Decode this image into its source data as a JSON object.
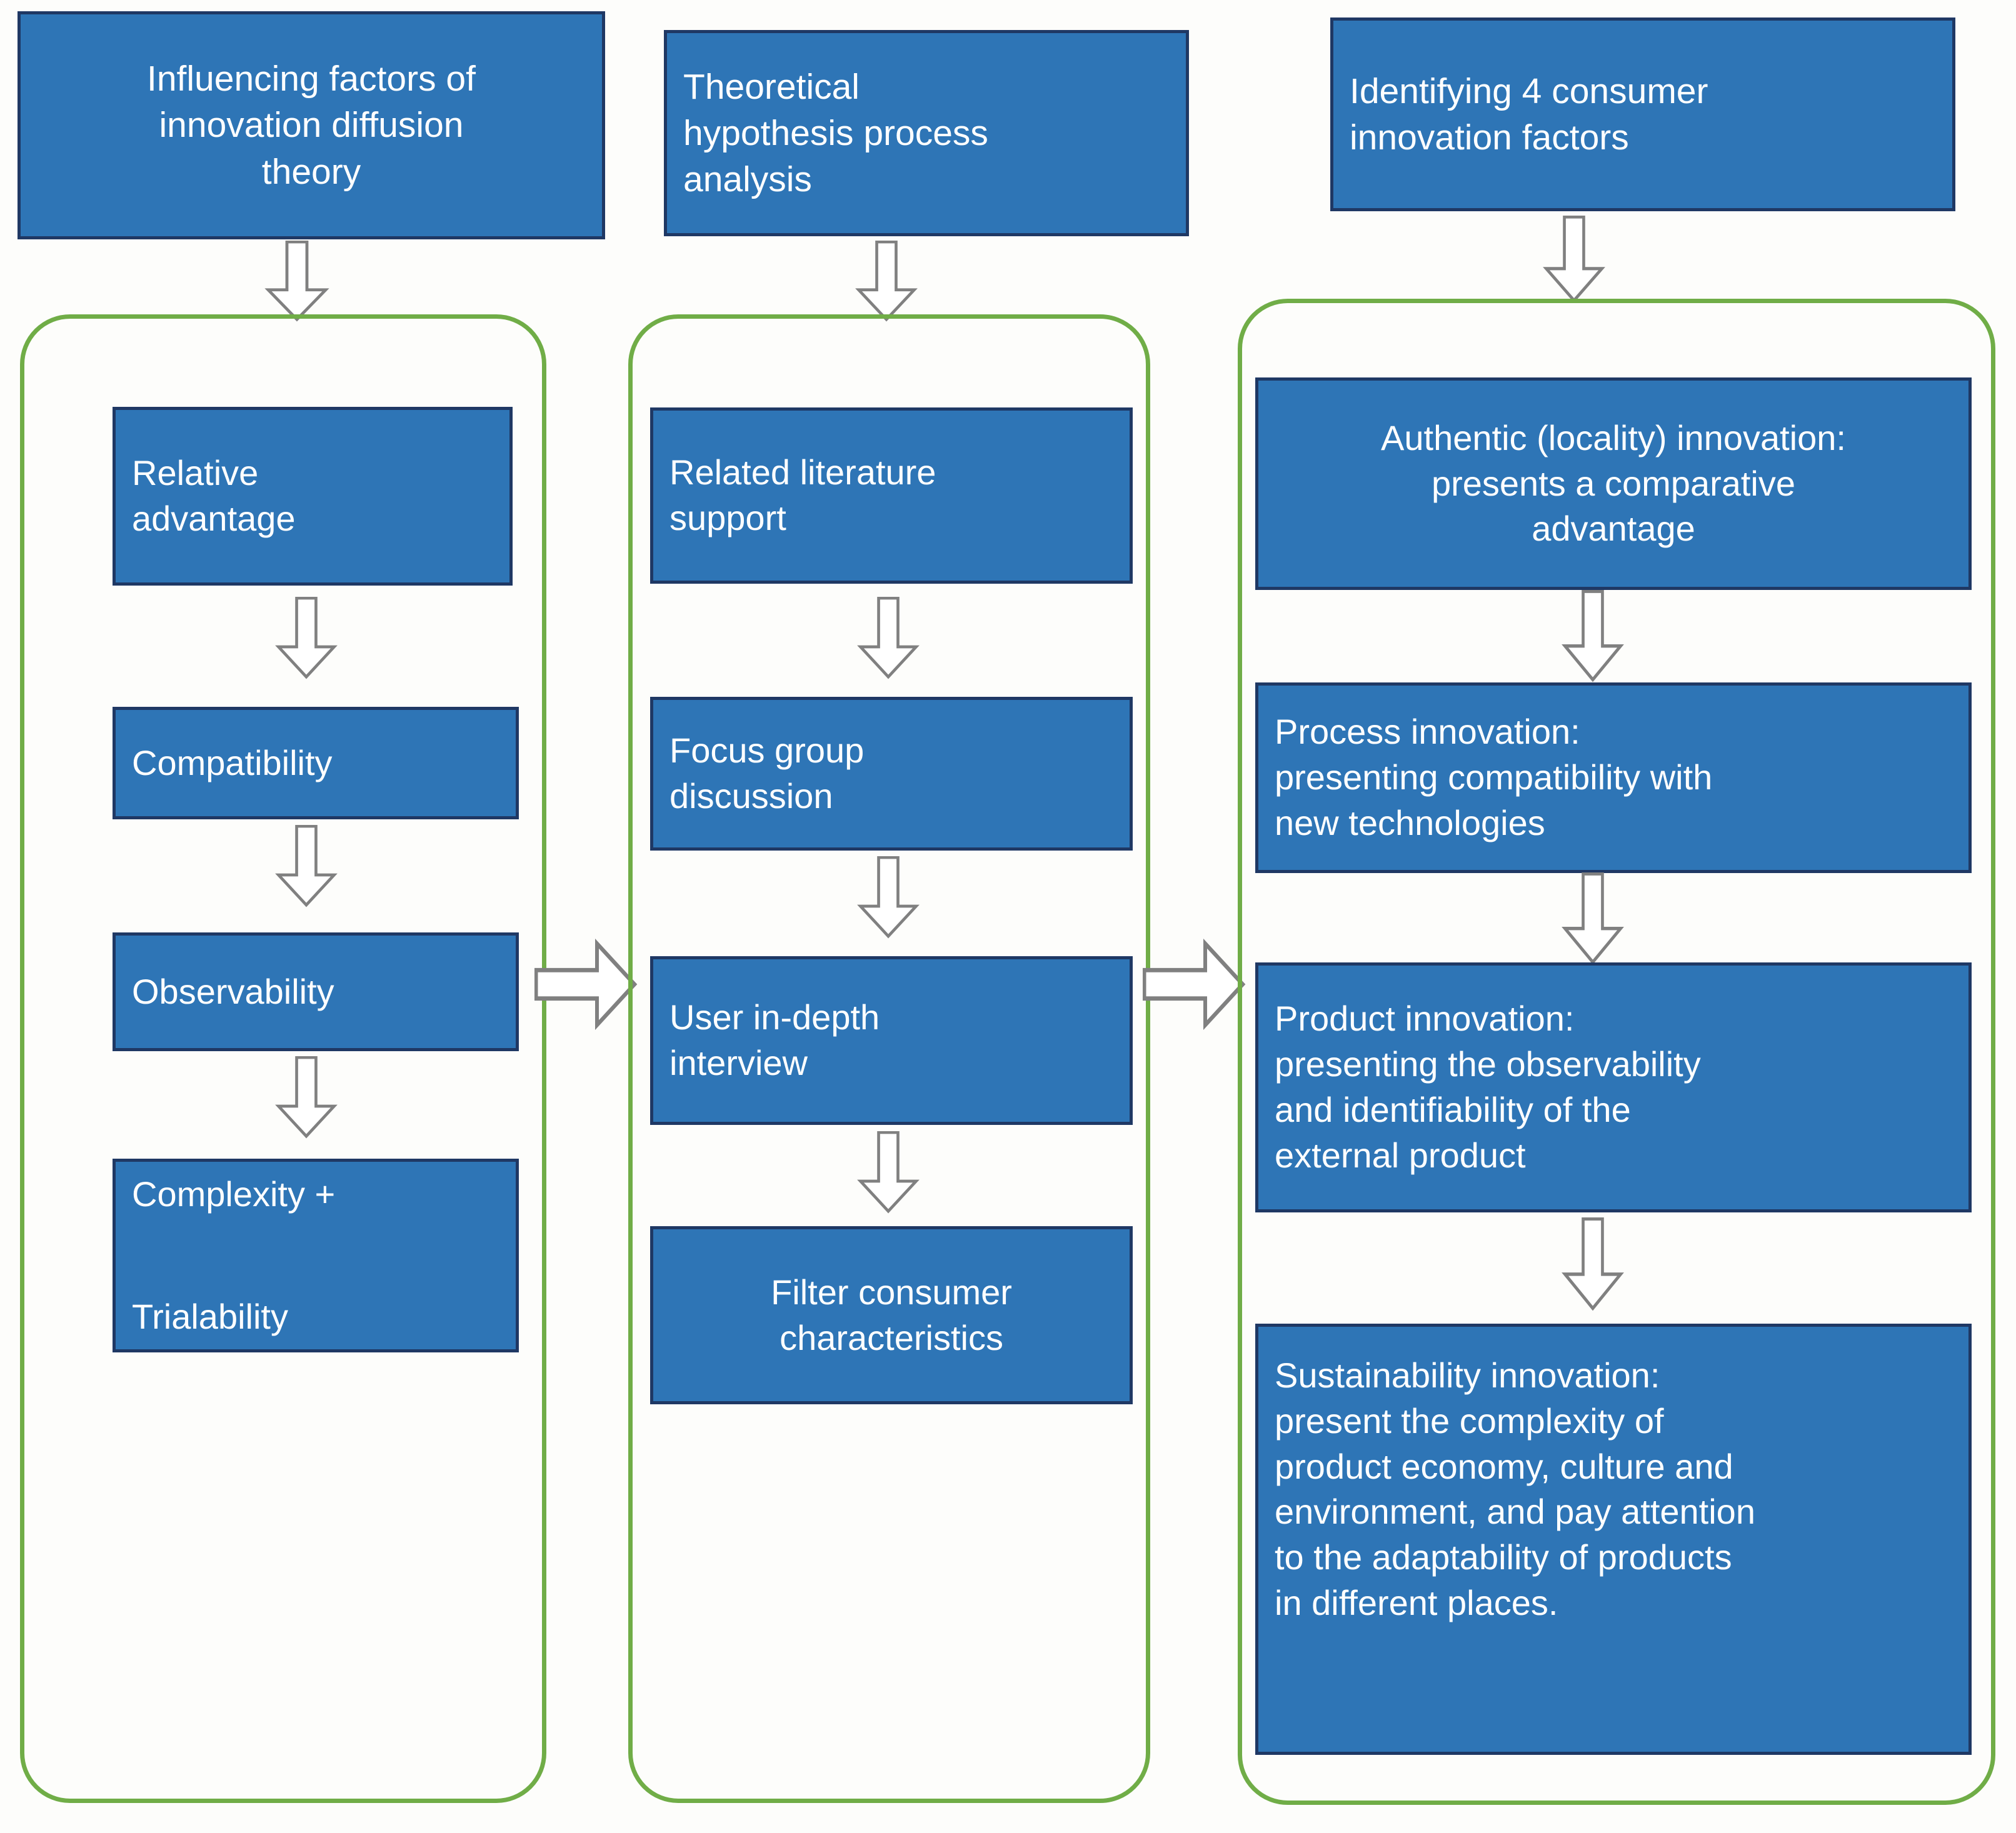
{
  "diagram": {
    "title_hidden": "",
    "colors": {
      "box_fill": "#2E75B6",
      "box_border": "#1F3864",
      "container_border": "#70AD47",
      "arrow_stroke": "#808080",
      "text": "#FFFFFF",
      "background": "#FDFDFB"
    },
    "columns": [
      {
        "header": "Influencing factors of\ninnovation diffusion\ntheory",
        "header_align": "center",
        "steps": [
          {
            "label": "Relative\nadvantage",
            "align": "left"
          },
          {
            "label": "Compatibility",
            "align": "left"
          },
          {
            "label": "Observability",
            "align": "left"
          },
          {
            "label": "Complexity +\n\nTrialability",
            "align": "left"
          }
        ]
      },
      {
        "header": "Theoretical\nhypothesis process\nanalysis",
        "header_align": "left",
        "steps": [
          {
            "label": "Related literature\nsupport",
            "align": "left"
          },
          {
            "label": "Focus group\ndiscussion",
            "align": "left"
          },
          {
            "label": "User in-depth\ninterview",
            "align": "left"
          },
          {
            "label": "Filter consumer\ncharacteristics",
            "align": "center"
          }
        ]
      },
      {
        "header": "Identifying 4 consumer\ninnovation factors",
        "header_align": "left",
        "steps": [
          {
            "label": "Authentic (locality) innovation:\npresents a comparative\nadvantage",
            "align": "center"
          },
          {
            "label": "Process innovation:\npresenting compatibility with\nnew technologies",
            "align": "left"
          },
          {
            "label": "Product innovation:\npresenting the observability\nand identifiability of the\nexternal product",
            "align": "left"
          },
          {
            "label": "Sustainability innovation:\npresent the complexity of\nproduct economy, culture and\nenvironment, and pay attention\nto the adaptability of products\nin different places.",
            "align": "left"
          }
        ]
      }
    ],
    "arrows": {
      "vertical_icon": "arrow-down-icon",
      "horizontal_icon": "arrow-right-icon",
      "count_vertical": 12,
      "count_horizontal": 2
    }
  }
}
